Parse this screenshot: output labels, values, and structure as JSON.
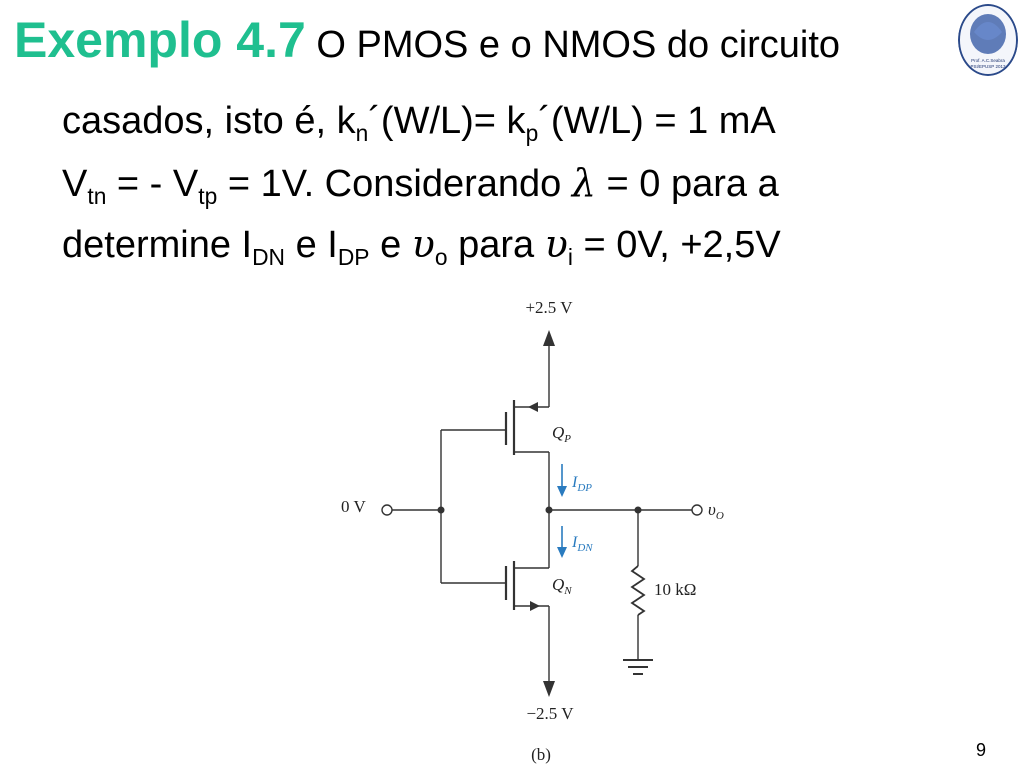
{
  "slide": {
    "title": "Exemplo 4.7",
    "line0": "O PMOS e o NMOS do circuito",
    "line1": {
      "a": "casados, isto é, k",
      "a_sub": "n",
      "b": "´(W/L)= k",
      "b_sub": "p",
      "c": "´(W/L) = 1 mA"
    },
    "line2": {
      "a": "V",
      "a_sub": "tn",
      "b": " = - V",
      "b_sub": "tp",
      "c": " = 1V. Considerando ",
      "lambda": "λ",
      "d": " = 0 para a"
    },
    "line3": {
      "a": "determine I",
      "a_sub": "DN",
      "b": " e I",
      "b_sub": "DP",
      "c": " e ",
      "vo": "υ",
      "vo_sub": "o",
      "d": " para ",
      "vi": "υ",
      "vi_sub": "i",
      "e": " = 0V, +2,5V"
    },
    "page_number": "9"
  },
  "logo": {
    "text1": "Prof. A.C.Seabra",
    "text2": "PSI/EPUSP 2013"
  },
  "circuit": {
    "vdd": "+2.5 V",
    "vss": "−2.5 V",
    "vin": "0 V",
    "qp": "Q",
    "qp_sub": "P",
    "qn": "Q",
    "qn_sub": "N",
    "idp": "I",
    "idp_sub": "DP",
    "idn": "I",
    "idn_sub": "DN",
    "vo": "υ",
    "vo_sub": "O",
    "resistor": "10 kΩ",
    "caption": "(b)"
  },
  "colors": {
    "title": "#1fbf8f",
    "current": "#2a7bbf"
  }
}
